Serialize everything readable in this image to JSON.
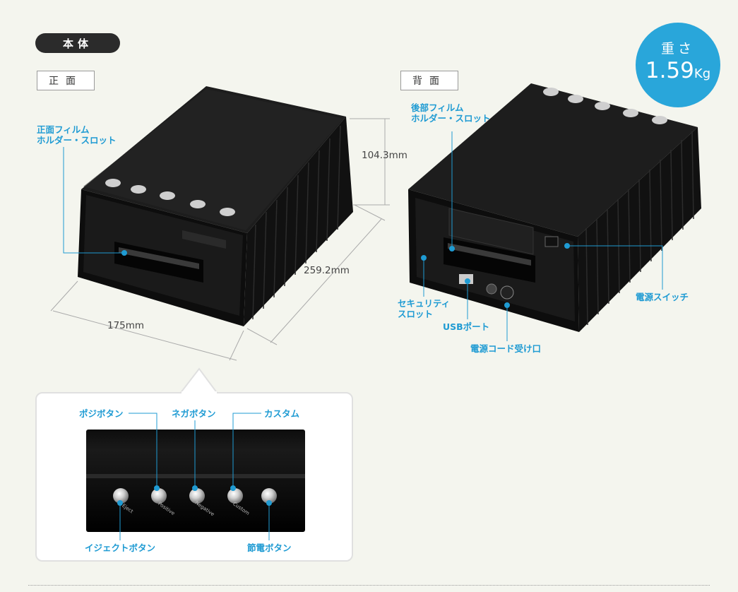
{
  "section_title": "本体",
  "front_view": {
    "tag": "正面",
    "slot_label_line1": "正面フィルム",
    "slot_label_line2": "ホルダー・スロット",
    "height_dim": "104.3mm",
    "depth_dim": "259.2mm",
    "width_dim": "175mm"
  },
  "back_view": {
    "tag": "背面",
    "slot_label_line1": "後部フィルム",
    "slot_label_line2": "ホルダー・スロット",
    "security_line1": "セキュリティ",
    "security_line2": "スロット",
    "usb": "USBポート",
    "power_cord": "電源コード受け口",
    "power_switch": "電源スイッチ"
  },
  "weight": {
    "label": "重さ",
    "value": "1.59",
    "unit": "Kg"
  },
  "button_detail": {
    "positive": "ポジボタン",
    "negative": "ネガボタン",
    "custom": "カスタム",
    "eject": "イジェクトボタン",
    "power_save": "節電ボタン",
    "engraved": {
      "eject": "Eject",
      "positive": "Positive",
      "negative": "Negative",
      "custom": "Custom"
    }
  },
  "colors": {
    "accent": "#29a6da",
    "label": "#1f9bd3",
    "background": "#f4f5ee",
    "device": "#141414"
  }
}
